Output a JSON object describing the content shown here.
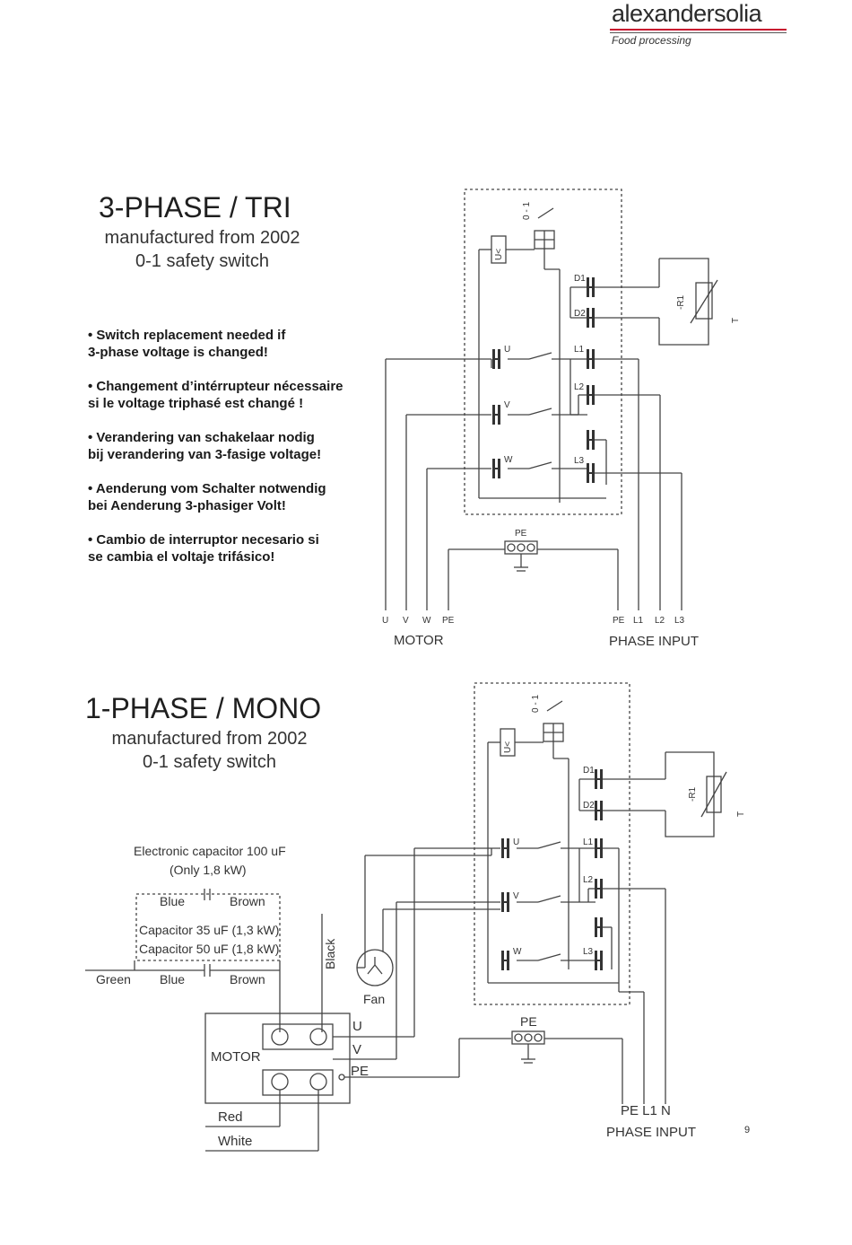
{
  "brand": {
    "name": "alexandersolia",
    "tagline": "Food processing"
  },
  "tri": {
    "title": "3-PHASE / TRI",
    "subtitle1": "manufactured from 2002",
    "subtitle2": "0-1 safety switch",
    "notes": [
      [
        "• Switch replacement needed if",
        "3-phase voltage is changed!"
      ],
      [
        "• Changement d’intérrupteur nécessaire",
        "si le voltage triphasé est changé !"
      ],
      [
        "• Verandering van schakelaar nodig",
        "bij verandering van 3-fasige voltage!"
      ],
      [
        "• Aenderung vom Schalter notwendig",
        "bei Aenderung 3-phasiger Volt!"
      ],
      [
        "• Cambio de interruptor necesario si",
        "se cambia el voltaje trifásico!"
      ]
    ],
    "diagram": {
      "switch_label": "0 - 1",
      "uv_label": "U<",
      "d1": "D1",
      "d2": "D2",
      "r1": "-R1",
      "t": "T",
      "u": "U",
      "v": "V",
      "w": "W",
      "l1": "L1",
      "l2": "L2",
      "l3": "L3",
      "pe": "PE",
      "bottom_left": [
        "U",
        "V",
        "W",
        "PE"
      ],
      "bottom_right": [
        "PE",
        "L1",
        "L2",
        "L3"
      ],
      "motor_label": "MOTOR",
      "phase_input_label": "PHASE INPUT"
    }
  },
  "mono": {
    "title": "1-PHASE / MONO",
    "subtitle1": "manufactured from 2002",
    "subtitle2": "0-1 safety switch",
    "diagram": {
      "switch_label": "0 - 1",
      "uv_label": "U<",
      "d1": "D1",
      "d2": "D2",
      "r1": "-R1",
      "t": "T",
      "u": "U",
      "v": "V",
      "w": "W",
      "l1": "L1",
      "l2": "L2",
      "l3": "L3",
      "pe": "PE",
      "cap_electronic": "Electronic capacitor 100 uF",
      "cap_only": "(Only 1,8 kW)",
      "blue_top": "Blue",
      "brown_top": "Brown",
      "cap35": "Capacitor 35 uF (1,3 kW)",
      "cap50": "Capacitor 50 uF (1,8 kW)",
      "green": "Green",
      "blue": "Blue",
      "brown": "Brown",
      "black": "Black",
      "fan": "Fan",
      "motor": "MOTOR",
      "motor_u": "U",
      "motor_v": "V",
      "motor_pe": "PE",
      "red": "Red",
      "white": "White",
      "bottom_right": "PE L1  N",
      "phase_input_label": "PHASE INPUT"
    }
  },
  "page_number": "9"
}
